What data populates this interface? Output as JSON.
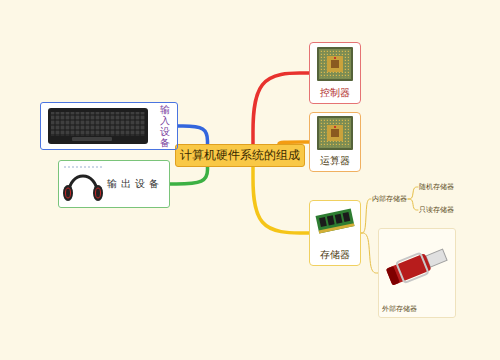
{
  "diagram": {
    "nodes": [
      {
        "text": [
          "计算机硬件系统的组成"
        ]
      },
      {
        "text": [
          "控制器"
        ]
      },
      {
        "text": [
          "运算器"
        ]
      },
      {
        "text": [
          "存储器"
        ]
      },
      {
        "text": [
          "内部存储器"
        ]
      },
      {
        "text": [
          "随机存储器"
        ]
      },
      {
        "text": [
          "只读存储器"
        ]
      },
      {
        "text": [
          "外部存储器"
        ]
      },
      {
        "text": [
          "输入设备"
        ]
      },
      {
        "text": [
          "输出设备"
        ]
      }
    ],
    "edges": [
      {
        "from": 0,
        "to": 1,
        "arrow": "none"
      },
      {
        "from": 0,
        "to": 2,
        "arrow": "none"
      },
      {
        "from": 0,
        "to": 3,
        "arrow": "none"
      },
      {
        "from": 3,
        "to": 4,
        "arrow": "none"
      },
      {
        "from": 4,
        "to": 5,
        "arrow": "none"
      },
      {
        "from": 4,
        "to": 6,
        "arrow": "none"
      },
      {
        "from": 3,
        "to": 7,
        "arrow": "none"
      },
      {
        "from": 0,
        "to": 8,
        "arrow": "none"
      },
      {
        "from": 0,
        "to": 9,
        "arrow": "none"
      }
    ]
  }
}
